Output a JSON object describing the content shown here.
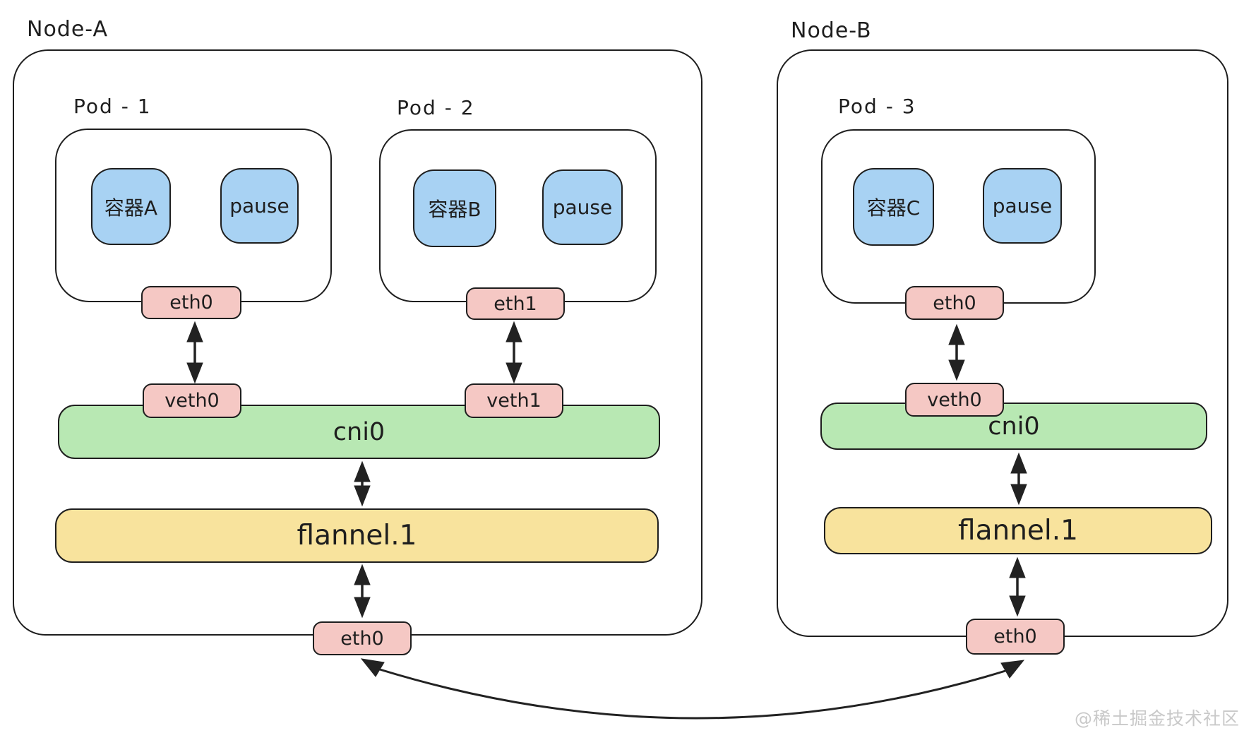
{
  "diagram": {
    "watermark": "@稀土掘金技术社区",
    "colors": {
      "container_fill": "#a8d2f3",
      "nic_fill": "#f5c8c4",
      "bridge_fill": "#b8e8b3",
      "vxlan_fill": "#f8e39d",
      "stroke": "#1e1e1e",
      "watermark_color": "#c9c9c9"
    },
    "nodes": [
      {
        "label": "Node-A",
        "pods": [
          {
            "label": "Pod - 1",
            "containers": [
              "容器A",
              "pause"
            ],
            "nic": "eth0",
            "veth": "veth0"
          },
          {
            "label": "Pod - 2",
            "containers": [
              "容器B",
              "pause"
            ],
            "nic": "eth1",
            "veth": "veth1"
          }
        ],
        "bridge": "cni0",
        "vxlan": "flannel.1",
        "host_nic": "eth0"
      },
      {
        "label": "Node-B",
        "pods": [
          {
            "label": "Pod - 3",
            "containers": [
              "容器C",
              "pause"
            ],
            "nic": "eth0",
            "veth": "veth0"
          }
        ],
        "bridge": "cni0",
        "vxlan": "flannel.1",
        "host_nic": "eth0"
      }
    ]
  }
}
